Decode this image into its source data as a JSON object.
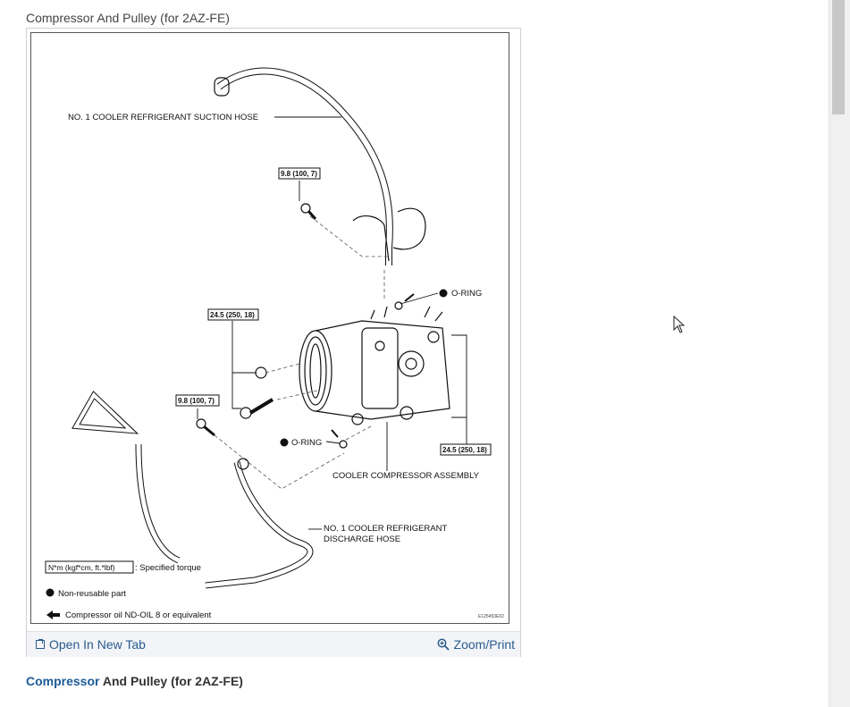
{
  "page": {
    "title": "Compressor And Pulley (for 2AZ-FE)"
  },
  "diagram": {
    "labels": {
      "suction_hose": "NO. 1 COOLER REFRIGERANT SUCTION HOSE",
      "oring_top": "O-RING",
      "oring_bottom": "O-RING",
      "assembly": "COOLER COMPRESSOR ASSEMBLY",
      "discharge_line1": "NO. 1 COOLER REFRIGERANT",
      "discharge_line2": "DISCHARGE HOSE",
      "image_code": "E125453E02"
    },
    "torques": {
      "t1": "9.8 (100, 7)",
      "t2": "24.5 (250, 18)",
      "t3": "9.8 (100, 7)",
      "t4": "24.5 (250, 18)"
    },
    "legend": {
      "torque_unit": "N*m (kgf*cm, ft.*lbf)",
      "torque_desc": ": Specified torque",
      "nonreusable": "Non-reusable part",
      "oil": "Compressor oil ND-OIL 8 or equivalent"
    }
  },
  "footer": {
    "open_tab": "Open In New Tab",
    "zoom": "Zoom/Print"
  },
  "heading": {
    "highlight": "Compressor",
    "rest": " And Pulley (for 2AZ-FE)"
  }
}
